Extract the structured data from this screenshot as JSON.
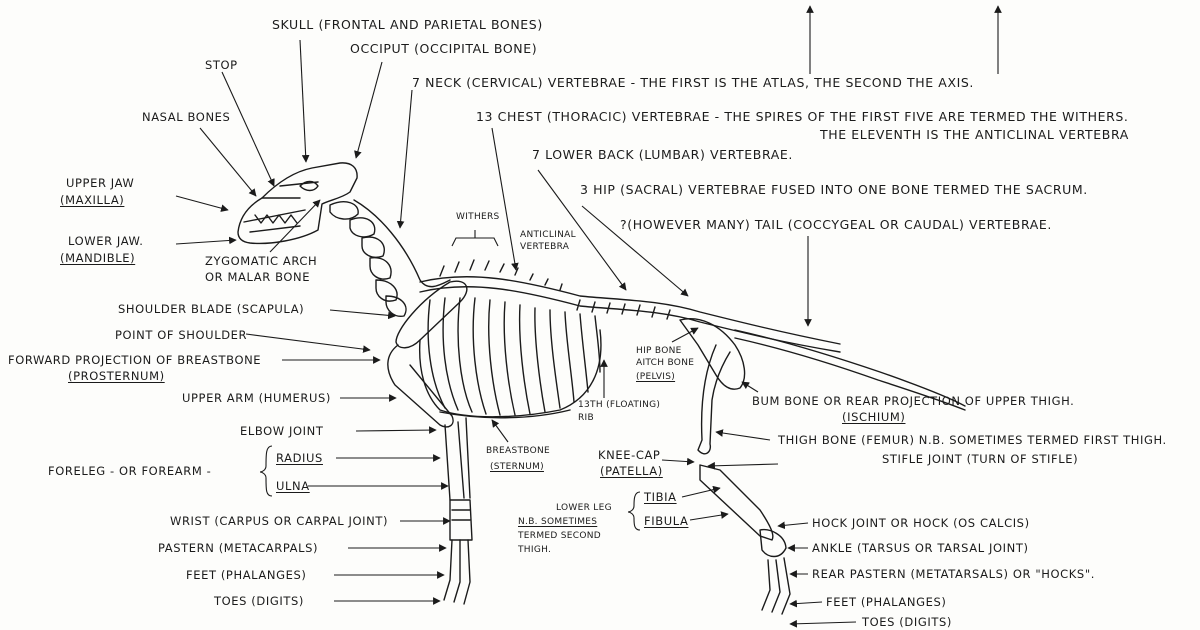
{
  "labels": {
    "skull": "Skull (Frontal and Parietal Bones)",
    "occiput": "Occiput (Occipital Bone)",
    "stop": "Stop",
    "nasal_bones": "Nasal Bones",
    "upper_jaw": "Upper Jaw",
    "maxilla": "(Maxilla)",
    "lower_jaw": "Lower Jaw.",
    "mandible": "(Mandible)",
    "zygomatic_1": "Zygomatic Arch",
    "zygomatic_2": "or Malar Bone",
    "neck_vertebrae": "7 Neck (Cervical) Vertebrae - The first is the Atlas, the second the Axis.",
    "chest_vertebrae": "13 Chest (Thoracic) Vertebrae - The spires of the first five are termed The Withers.",
    "anticlinal_line": "The eleventh is the Anticlinal Vertebra",
    "lumbar": "7 Lower Back (Lumbar) Vertebrae.",
    "sacral": "3 Hip (Sacral) Vertebrae fused into one bone termed the Sacrum.",
    "tail": "?(However many) Tail (Coccygeal or Caudal) Vertebrae.",
    "withers": "Withers",
    "anticlinal_1": "Anticlinal",
    "anticlinal_2": "Vertebra",
    "shoulder_blade": "Shoulder Blade (Scapula)",
    "point_shoulder": "Point of Shoulder",
    "prosternum_1": "Forward Projection of Breastbone",
    "prosternum_2": "(Prosternum)",
    "upper_arm": "Upper Arm (Humerus)",
    "elbow": "Elbow Joint",
    "foreleg": "Foreleg - or Forearm -",
    "radius": "Radius",
    "ulna": "Ulna",
    "wrist": "Wrist (Carpus or Carpal Joint)",
    "pastern": "Pastern (Metacarpals)",
    "feet_front": "Feet (Phalanges)",
    "toes_front": "Toes (Digits)",
    "breastbone_1": "Breastbone",
    "breastbone_2": "(Sternum)",
    "floating_rib_1": "13th (Floating)",
    "floating_rib_2": "Rib",
    "hip_bone_1": "Hip Bone",
    "hip_bone_2": "Aitch Bone",
    "hip_bone_3": "(Pelvis)",
    "ischium_1": "Bum Bone or Rear Projection of Upper Thigh.",
    "ischium_2": "(Ischium)",
    "femur": "Thigh Bone (Femur) N.B. Sometimes termed First Thigh.",
    "stifle": "Stifle Joint (Turn of Stifle)",
    "kneecap_1": "Knee-Cap",
    "kneecap_2": "(Patella)",
    "lower_leg_1": "Lower Leg",
    "lower_leg_2": "N.B. Sometimes",
    "lower_leg_3": "termed Second",
    "lower_leg_4": "Thigh.",
    "tibia": "Tibia",
    "fibula": "Fibula",
    "hock": "Hock Joint or Hock (Os Calcis)",
    "ankle": "Ankle (Tarsus or Tarsal Joint)",
    "rear_pastern": "Rear Pastern (Metatarsals) or \"Hocks\".",
    "feet_rear": "Feet (Phalanges)",
    "toes_rear": "Toes (Digits)"
  }
}
